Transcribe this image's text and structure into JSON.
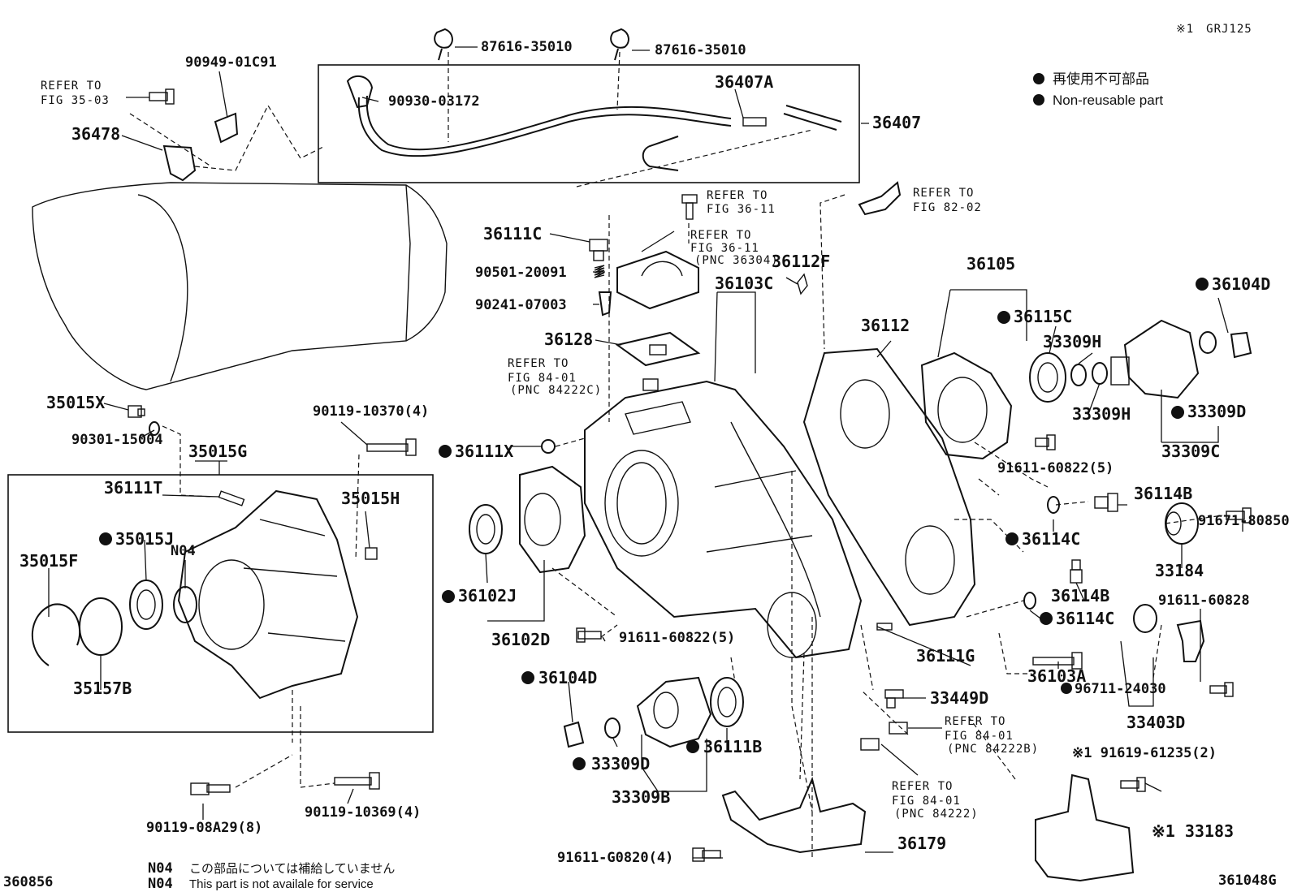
{
  "header": {
    "model_note": "※1　GRJ125"
  },
  "legend": {
    "jp": "再使用不可部品",
    "en": "Non-reusable part",
    "color": "#111111"
  },
  "footer": {
    "left_code": "360856",
    "right_code": "361048G",
    "n04_code_1": "N04",
    "n04_jp": "この部品については補給していません",
    "n04_code_2": "N04",
    "n04_en": "This part is not availale for service"
  },
  "refs": {
    "r1_a": "REFER TO",
    "r1_b": "FIG 35-03",
    "r2_a": "REFER TO",
    "r2_b": "FIG 36-11",
    "r3_a": "REFER TO",
    "r3_b": "FIG 36-11",
    "r3_c": "(PNC 36304)",
    "r4_a": "REFER TO",
    "r4_b": "FIG 82-02",
    "r5_a": "REFER TO",
    "r5_b": "FIG 84-01",
    "r5_c": "(PNC 84222C)",
    "r6_a": "REFER TO",
    "r6_b": "FIG 84-01",
    "r6_c": "(PNC 84222B)",
    "r7_a": "REFER TO",
    "r7_b": "FIG 84-01",
    "r7_c": "(PNC 84222)"
  },
  "labels": {
    "p87616a": "87616-35010",
    "p87616b": "87616-35010",
    "p90949": "90949-01C91",
    "p90930": "90930-03172",
    "p36407A": "36407A",
    "p36407": "36407",
    "p36478": "36478",
    "p36111C": "36111C",
    "p90501": "90501-20091",
    "p90241": "90241-07003",
    "p36112F": "36112F",
    "p36103C": "36103C",
    "p36128": "36128",
    "p36105": "36105",
    "p36104D_r": "36104D",
    "p36115C": "36115C",
    "p33309H_a": "33309H",
    "p36112": "36112",
    "p33309H_b": "33309H",
    "p33309D_r": "33309D",
    "p33309C": "33309C",
    "p35015X": "35015X",
    "p90301": "90301-15004",
    "p90119_370": "90119-10370(4)",
    "p35015G": "35015G",
    "p36111X": "36111X",
    "p91611_822a": "91611-60822(5)",
    "p36111T": "36111T",
    "p35015H": "35015H",
    "p36114B_a": "36114B",
    "p35015J": "35015J",
    "p35015F": "35015F",
    "pN04": "N04",
    "p36114C_a": "36114C",
    "p91671": "91671-80850",
    "p33184": "33184",
    "p36102J": "36102J",
    "p36114B_b": "36114B",
    "p36114C_b": "36114C",
    "p91611_828": "91611-60828",
    "p36102D": "36102D",
    "p91611_822b": "91611-60822(5)",
    "p36111G": "36111G",
    "p35157B": "35157B",
    "p36103A": "36103A",
    "p36104D_l": "36104D",
    "p33449D": "33449D",
    "p96711": "96711-24030",
    "p33403D": "33403D",
    "p36111B": "36111B",
    "p33309D_l": "33309D",
    "p33309B": "33309B",
    "p91619": "※1 91619-61235(2)",
    "p90119_08A29": "90119-08A29(8)",
    "p90119_369": "90119-10369(4)",
    "p36179": "36179",
    "p33183": "※1 33183",
    "p91611_G0820": "91611-G0820(4)"
  }
}
